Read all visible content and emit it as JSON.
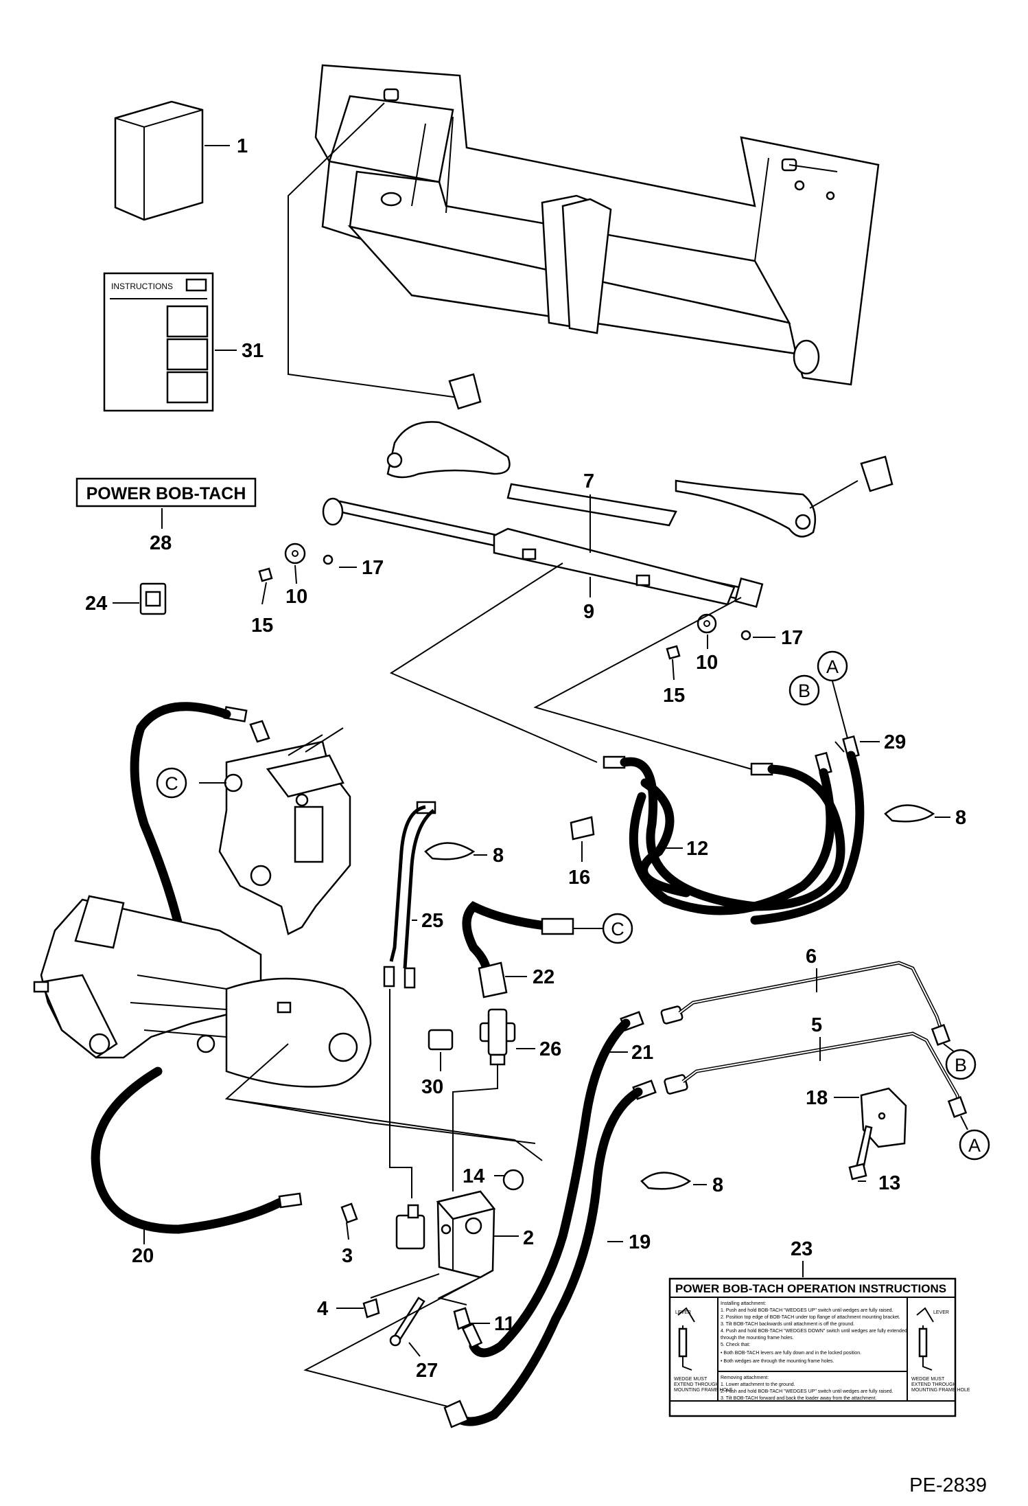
{
  "diagram_id": "PE-2839",
  "callouts": {
    "c1": "1",
    "c2": "2",
    "c3": "3",
    "c4": "4",
    "c5": "5",
    "c6": "6",
    "c7": "7",
    "c8a": "8",
    "c8b": "8",
    "c8c": "8",
    "c9": "9",
    "c10a": "10",
    "c10b": "10",
    "c11": "11",
    "c12": "12",
    "c13": "13",
    "c14": "14",
    "c15a": "15",
    "c15b": "15",
    "c16": "16",
    "c17a": "17",
    "c17b": "17",
    "c18": "18",
    "c19": "19",
    "c20": "20",
    "c21": "21",
    "c22": "22",
    "c23": "23",
    "c24": "24",
    "c25": "25",
    "c26": "26",
    "c27": "27",
    "c28": "28",
    "c29": "29",
    "c30": "30",
    "c31": "31"
  },
  "connectors": {
    "a_top": "A",
    "a_bottom": "A",
    "b_top": "B",
    "b_bottom": "B",
    "c_top": "C",
    "c_mid": "C"
  },
  "decal_28": "POWER BOB-TACH",
  "instructions_label": "INSTRUCTIONS",
  "decal_23": {
    "title": "POWER BOB-TACH OPERATION INSTRUCTIONS",
    "installing_heading": "Installing attachment:",
    "installing_steps": [
      "1. Push and hold BOB-TACH \"WEDGES UP\" switch until wedges are fully raised.",
      "2. Position top edge of BOB-TACH under top flange of attachment mounting bracket.",
      "3. Tilt BOB-TACH backwards until attachment is off the ground.",
      "4. Push and hold BOB-TACH \"WEDGES DOWN\" switch until wedges are fully extended",
      "   through the mounting frame holes.",
      "5. Check that:",
      "   • Both BOB-TACH levers are fully down and in the locked position.",
      "   • Both wedges are through the mounting frame holes."
    ],
    "removing_heading": "Removing attachment:",
    "removing_steps": [
      "1. Lower attachment to the ground.",
      "2. Push and hold BOB-TACH \"WEDGES UP\" switch until wedges are fully raised.",
      "3. Tilt BOB-TACH forward and back the loader away from the attachment."
    ],
    "left_lever": "LEVER",
    "right_lever": "LEVER",
    "left_note": "WEDGE MUST EXTEND THROUGH MOUNTING FRAME HOLE",
    "right_note": "WEDGE MUST EXTEND THROUGH MOUNTING FRAME HOLE"
  }
}
